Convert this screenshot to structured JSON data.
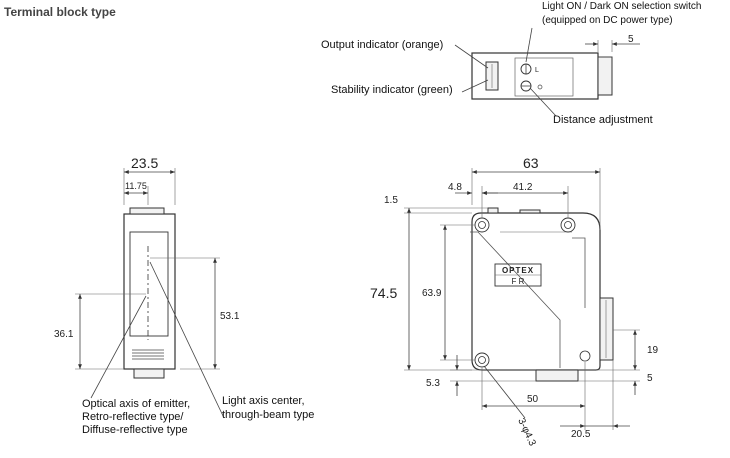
{
  "title": "Terminal block type",
  "top_view": {
    "label_switch_line1": "Light ON / Dark ON selection switch",
    "label_switch_line2": "(equipped on DC power type)",
    "label_output": "Output indicator (orange)",
    "label_stability": "Stability indicator (green)",
    "label_distance": "Distance adjustment",
    "dim_5": "5"
  },
  "side_view": {
    "dim_width": "23.5",
    "dim_half": "11.75",
    "dim_53_1": "53.1",
    "dim_36_1": "36.1",
    "note_optical_line1": "Optical axis of emitter,",
    "note_optical_line2": "Retro-reflective type/",
    "note_optical_line3": "Diffuse-reflective type",
    "note_center_line1": "Light axis center,",
    "note_center_line2": "through-beam type"
  },
  "front_view": {
    "dim_63": "63",
    "dim_4_8": "4.8",
    "dim_41_2": "41.2",
    "dim_1_5": "1.5",
    "dim_74_5": "74.5",
    "dim_63_9": "63.9",
    "dim_5_3": "5.3",
    "dim_19": "19",
    "dim_5": "5",
    "dim_50": "50",
    "dim_20_5": "20.5",
    "dim_holes": "3-φ4.3",
    "logo": "OPTEX",
    "logo_sub": "F R"
  }
}
